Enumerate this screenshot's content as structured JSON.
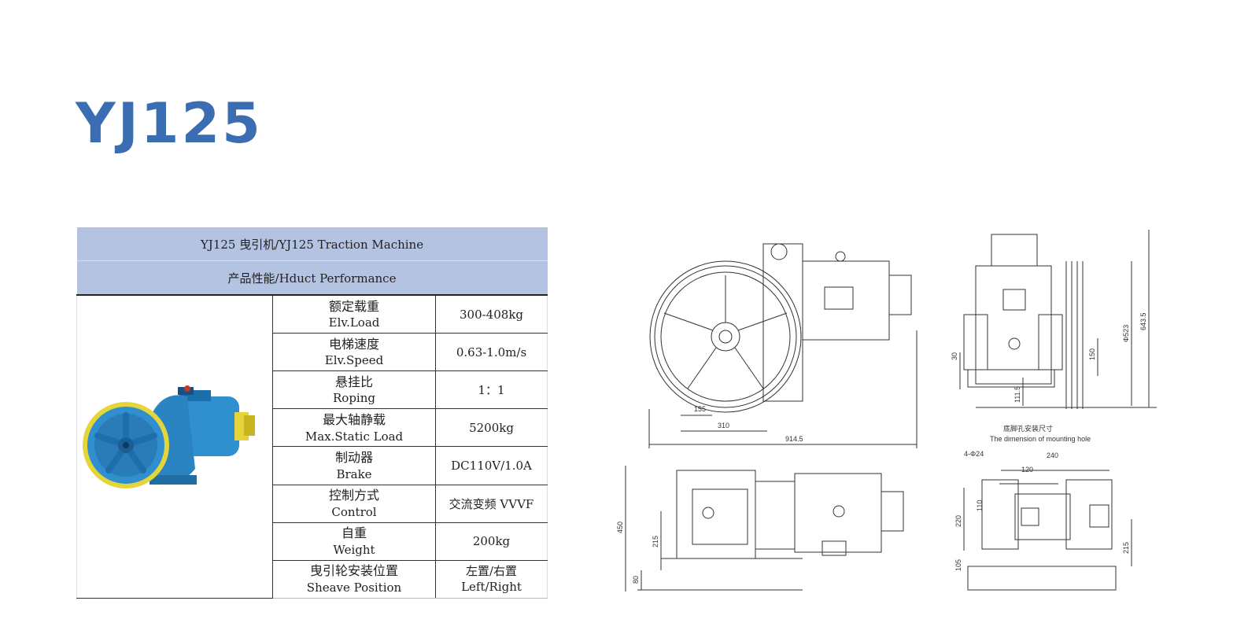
{
  "title": "YJ125",
  "table": {
    "header1": "YJ125 曳引机/YJ125 Traction Machine",
    "header2": "产品性能/Hduct Performance",
    "rows": [
      {
        "label_cn": "额定载重",
        "label_en": "Elv.Load",
        "value": "300-408kg"
      },
      {
        "label_cn": "电梯速度",
        "label_en": "Elv.Speed",
        "value": "0.63-1.0m/s"
      },
      {
        "label_cn": "悬挂比",
        "label_en": "Roping",
        "value": "1：1"
      },
      {
        "label_cn": "最大轴静载",
        "label_en": "Max.Static Load",
        "value": "5200kg"
      },
      {
        "label_cn": "制动器",
        "label_en": "Brake",
        "value": "DC110V/1.0A"
      },
      {
        "label_cn": "控制方式",
        "label_en": "Control",
        "value": "交流变频 VVVF"
      },
      {
        "label_cn": "自重",
        "label_en": "Weight",
        "value": "200kg"
      },
      {
        "label_cn": "曳引轮安装位置",
        "label_en": "Sheave Position",
        "value": "左置/右置 Left/Right"
      }
    ]
  },
  "drawings": {
    "front_dims": [
      "155",
      "310",
      "914.5"
    ],
    "side_dims": [
      "643.5",
      "Φ523",
      "150",
      "30",
      "111.5"
    ],
    "top_dims": [
      "450",
      "215",
      "80"
    ],
    "mount_caption_cn": "底脚孔安装尺寸",
    "mount_caption_en": "The dimension of mounting hole",
    "mount_dims": [
      "4-Φ24",
      "240",
      "120",
      "110",
      "220",
      "105",
      "215"
    ]
  },
  "colors": {
    "title": "#3a6db1",
    "table_header": "#b4c3e2",
    "machine_blue": "#2f8fcf",
    "sheave_yellow": "#e5d43a"
  }
}
